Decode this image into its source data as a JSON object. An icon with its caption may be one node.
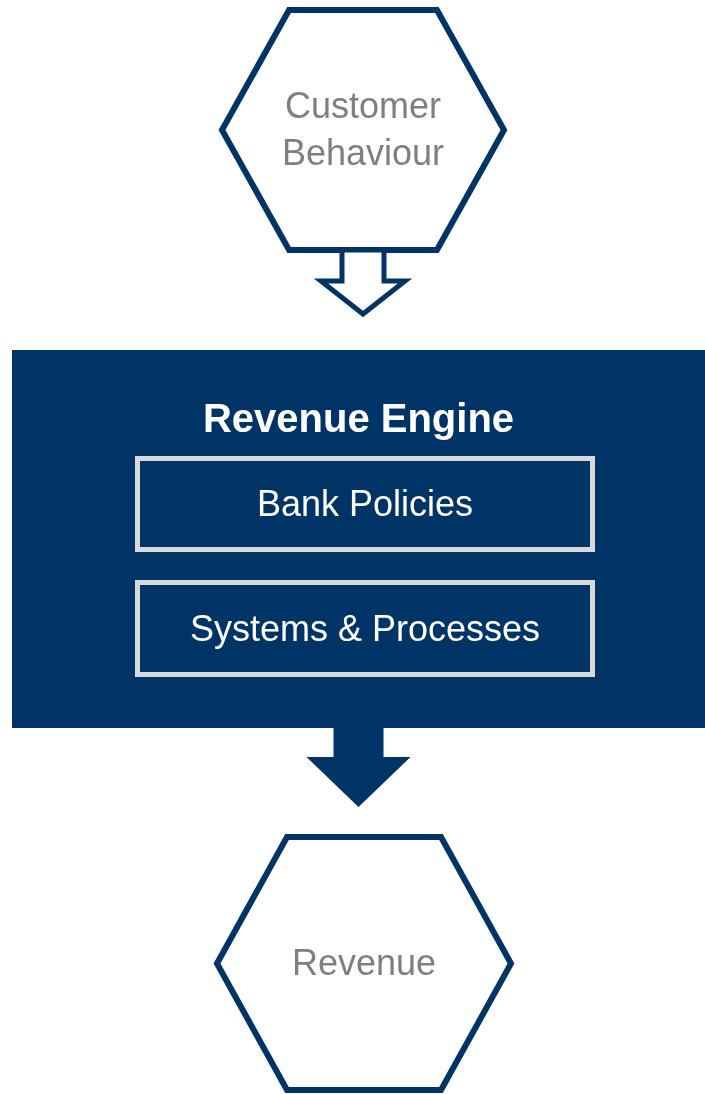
{
  "diagram": {
    "nodes": [
      {
        "text": [
          "Customer Behaviour"
        ]
      },
      {
        "text": [
          "Revenue Engine"
        ]
      },
      {
        "text": [
          "Bank Policies"
        ],
        "in": 1
      },
      {
        "text": [
          "Systems & Processes"
        ],
        "in": 1
      },
      {
        "text": [
          "Revenue"
        ]
      }
    ],
    "edges": [
      {
        "from": 0,
        "to": 1,
        "arrow": "to"
      },
      {
        "from": 1,
        "to": 4,
        "arrow": "to",
        "style": "thick"
      }
    ]
  }
}
